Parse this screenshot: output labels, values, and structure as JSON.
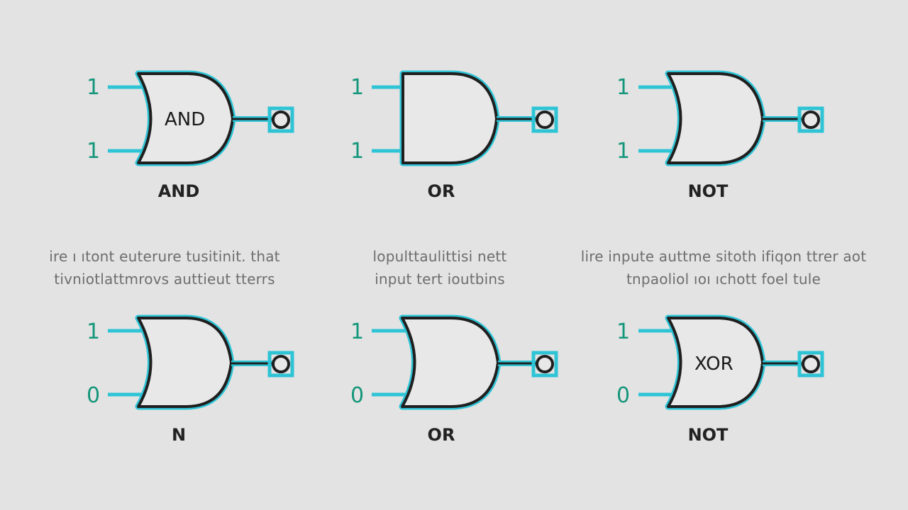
{
  "colors": {
    "background": "#e3e3e3",
    "wire": "#2ec4d6",
    "gate_outline": "#1f1f1f",
    "gate_fill": "#e8e8e8",
    "input_text": "#14967a",
    "caption_text": "#222222",
    "description_text": "#6d6d6d"
  },
  "gates_top": [
    {
      "caption": "AND",
      "inner_label": "AND",
      "inputs": [
        "1",
        "1"
      ],
      "shape": "or-curve"
    },
    {
      "caption": "OR",
      "inner_label": "",
      "inputs": [
        "1",
        "1"
      ],
      "shape": "and-flat"
    },
    {
      "caption": "NOT",
      "inner_label": "",
      "inputs": [
        "1",
        "1"
      ],
      "shape": "or-curve"
    }
  ],
  "descriptions": [
    {
      "line1": "ire ı ıtont euterure tusitinit. that",
      "line2": "tivniotlattmrovs auttieut tterrs"
    },
    {
      "line1": "lopulttaulittisi nett",
      "line2": "input tert ioutbins"
    },
    {
      "line1": "lire inpute auttme sitoth ifiqon ttrer aot",
      "line2": "tnpaoliol ıoı ıchott foel tule"
    }
  ],
  "gates_bottom": [
    {
      "caption": "N",
      "inner_label": "",
      "inputs": [
        "1",
        "0"
      ],
      "shape": "or-curve"
    },
    {
      "caption": "OR",
      "inner_label": "",
      "inputs": [
        "1",
        "0"
      ],
      "shape": "or-curve"
    },
    {
      "caption": "NOT",
      "inner_label": "XOR",
      "inputs": [
        "1",
        "0"
      ],
      "shape": "or-curve"
    }
  ]
}
